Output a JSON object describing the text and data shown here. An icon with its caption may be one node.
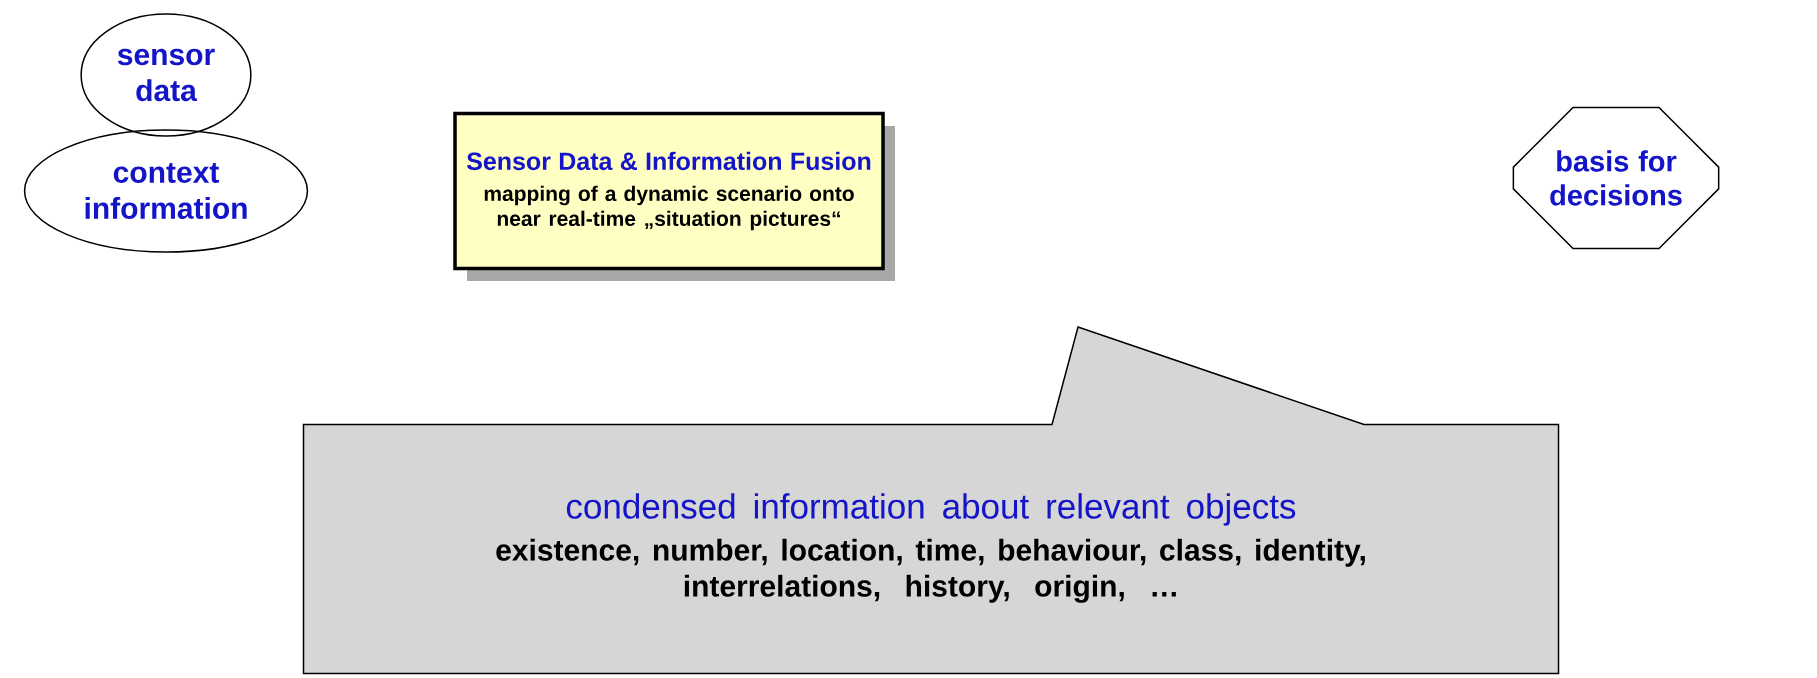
{
  "diagram": {
    "nodes": [
      {
        "text": [
          "sensor data"
        ]
      },
      {
        "text": [
          "context information"
        ]
      },
      {
        "text": [
          "Sensor Data & Information Fusion",
          "mapping of a dynamic scenario onto near real-time „situation pictures“"
        ]
      },
      {
        "text": [
          "basis for decisions"
        ]
      },
      {
        "text": [
          "condensed information about relevant objects",
          "existence, number, location, time, behaviour, class, identity, interrelations, history, origin, …"
        ]
      }
    ]
  }
}
